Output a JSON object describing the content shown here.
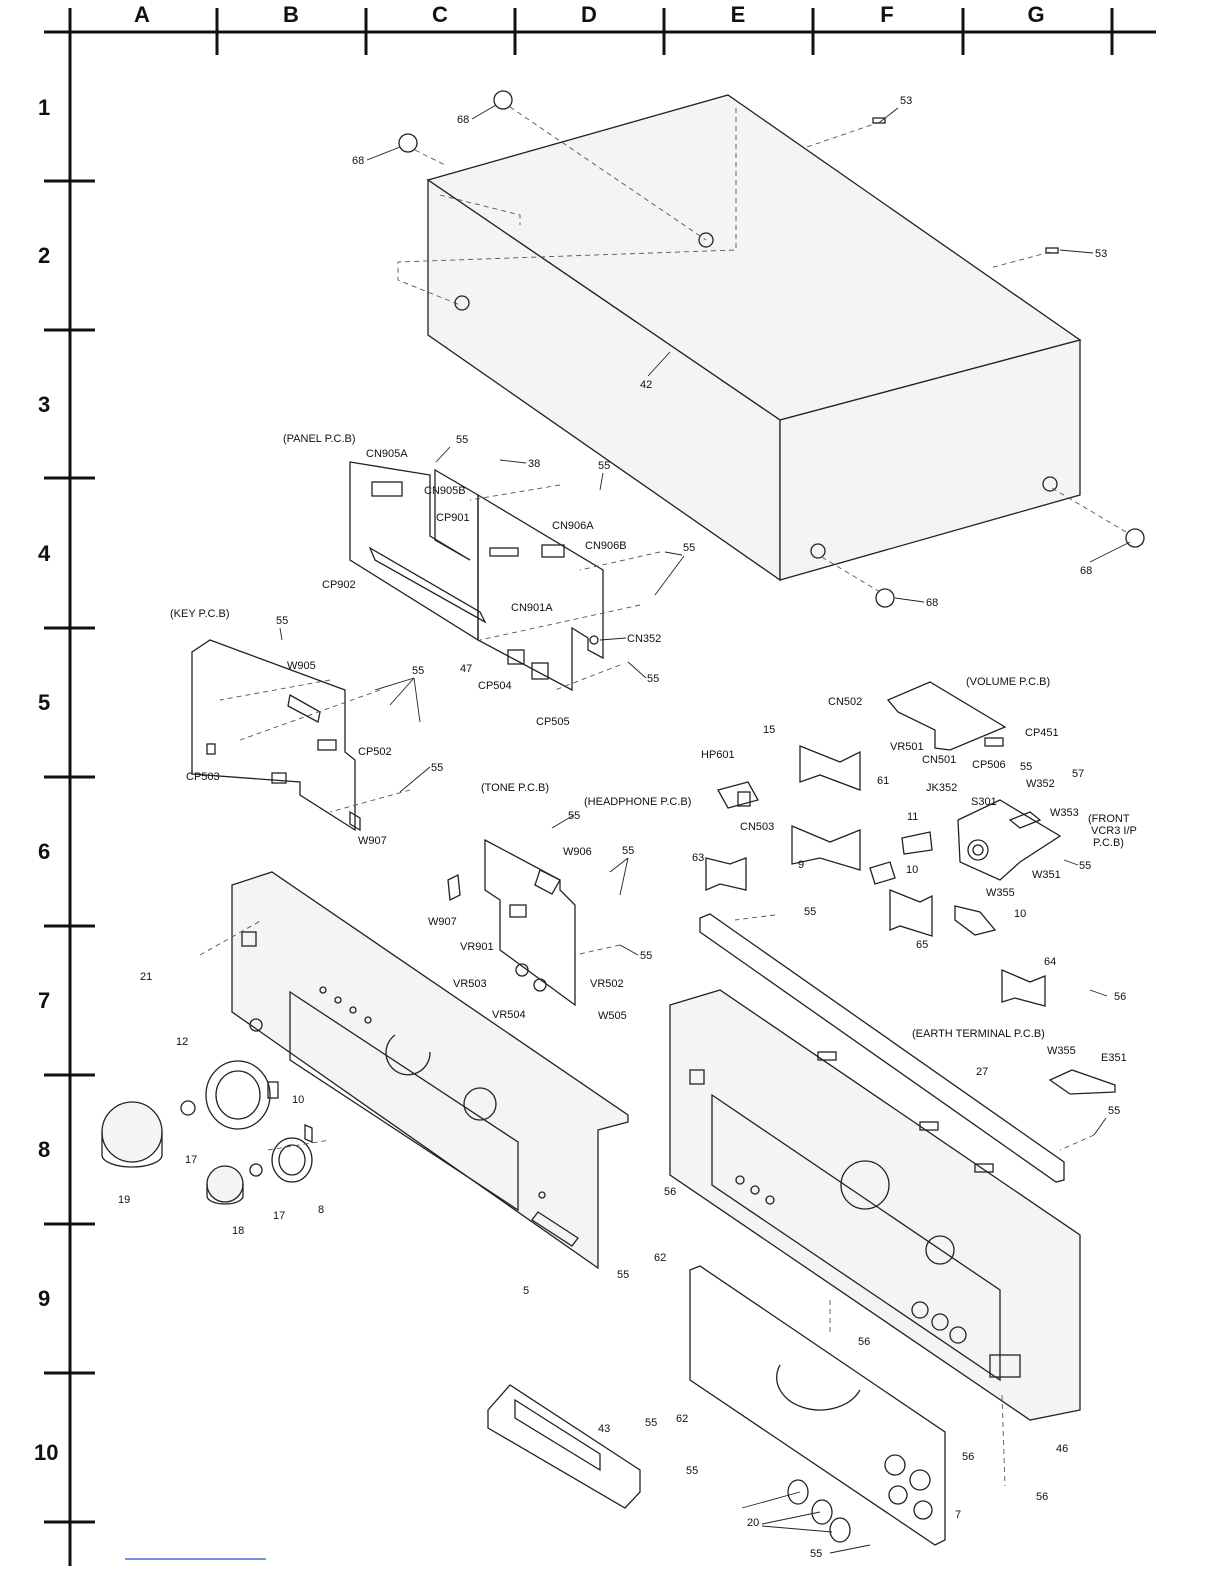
{
  "grid": {
    "columns": [
      "A",
      "B",
      "C",
      "D",
      "E",
      "F",
      "G"
    ],
    "rows": [
      "1",
      "2",
      "3",
      "4",
      "5",
      "6",
      "7",
      "8",
      "9",
      "10"
    ]
  },
  "callouts": [
    {
      "id": "c68a",
      "text": "68"
    },
    {
      "id": "c68b",
      "text": "68"
    },
    {
      "id": "c53a",
      "text": "53"
    },
    {
      "id": "c53b",
      "text": "53"
    },
    {
      "id": "c42",
      "text": "42"
    },
    {
      "id": "c68c",
      "text": "68"
    },
    {
      "id": "c68d",
      "text": "68"
    },
    {
      "id": "panel",
      "text": "(PANEL P.C.B)"
    },
    {
      "id": "cn905a",
      "text": "CN905A"
    },
    {
      "id": "c55a",
      "text": "55"
    },
    {
      "id": "c38",
      "text": "38"
    },
    {
      "id": "c55b",
      "text": "55"
    },
    {
      "id": "cn905b",
      "text": "CN905B"
    },
    {
      "id": "cp901",
      "text": "CP901"
    },
    {
      "id": "cn906a",
      "text": "CN906A"
    },
    {
      "id": "cn906b",
      "text": "CN906B"
    },
    {
      "id": "c55c",
      "text": "55"
    },
    {
      "id": "cp902",
      "text": "CP902"
    },
    {
      "id": "cn901a",
      "text": "CN901A"
    },
    {
      "id": "cn352",
      "text": "CN352"
    },
    {
      "id": "c47",
      "text": "47"
    },
    {
      "id": "cp504",
      "text": "CP504"
    },
    {
      "id": "c55d",
      "text": "55"
    },
    {
      "id": "cp505",
      "text": "CP505"
    },
    {
      "id": "key",
      "text": "(KEY P.C.B)"
    },
    {
      "id": "c55e",
      "text": "55"
    },
    {
      "id": "w905",
      "text": "W905"
    },
    {
      "id": "c55f",
      "text": "55"
    },
    {
      "id": "cp502",
      "text": "CP502"
    },
    {
      "id": "c55g",
      "text": "55"
    },
    {
      "id": "cp503",
      "text": "CP503"
    },
    {
      "id": "w907a",
      "text": "W907"
    },
    {
      "id": "volume",
      "text": "(VOLUME P.C.B)"
    },
    {
      "id": "cn502",
      "text": "CN502"
    },
    {
      "id": "cp451",
      "text": "CP451"
    },
    {
      "id": "vr501",
      "text": "VR501"
    },
    {
      "id": "cn501",
      "text": "CN501"
    },
    {
      "id": "cp506",
      "text": "CP506"
    },
    {
      "id": "c15",
      "text": "15"
    },
    {
      "id": "hp601",
      "text": "HP601"
    },
    {
      "id": "c61",
      "text": "61"
    },
    {
      "id": "c55h",
      "text": "55"
    },
    {
      "id": "jk352",
      "text": "JK352"
    },
    {
      "id": "w352",
      "text": "W352"
    },
    {
      "id": "c57",
      "text": "57"
    },
    {
      "id": "tone",
      "text": "(TONE P.C.B)"
    },
    {
      "id": "headphone",
      "text": "(HEADPHONE P.C.B)"
    },
    {
      "id": "s301",
      "text": "S301"
    },
    {
      "id": "w353",
      "text": "W353"
    },
    {
      "id": "front1",
      "text": "(FRONT"
    },
    {
      "id": "front2",
      "text": "VCR3 I/P"
    },
    {
      "id": "front3",
      "text": "P.C.B)"
    },
    {
      "id": "c55i",
      "text": "55"
    },
    {
      "id": "cn503",
      "text": "CN503"
    },
    {
      "id": "c11",
      "text": "11"
    },
    {
      "id": "w906",
      "text": "W906"
    },
    {
      "id": "c55j",
      "text": "55"
    },
    {
      "id": "c63",
      "text": "63"
    },
    {
      "id": "c9",
      "text": "9"
    },
    {
      "id": "c10a",
      "text": "10"
    },
    {
      "id": "w351",
      "text": "W351"
    },
    {
      "id": "c55k",
      "text": "55"
    },
    {
      "id": "w355a",
      "text": "W355"
    },
    {
      "id": "c55l",
      "text": "55"
    },
    {
      "id": "c10b",
      "text": "10"
    },
    {
      "id": "w907b",
      "text": "W907"
    },
    {
      "id": "vr901",
      "text": "VR901"
    },
    {
      "id": "c65",
      "text": "65"
    },
    {
      "id": "c55m",
      "text": "55"
    },
    {
      "id": "c21",
      "text": "21"
    },
    {
      "id": "vr503",
      "text": "VR503"
    },
    {
      "id": "vr502",
      "text": "VR502"
    },
    {
      "id": "c64",
      "text": "64"
    },
    {
      "id": "c56a",
      "text": "56"
    },
    {
      "id": "vr504",
      "text": "VR504"
    },
    {
      "id": "w505",
      "text": "W505"
    },
    {
      "id": "earth",
      "text": "(EARTH TERMINAL P.C.B)"
    },
    {
      "id": "c12",
      "text": "12"
    },
    {
      "id": "w355b",
      "text": "W355"
    },
    {
      "id": "e351",
      "text": "E351"
    },
    {
      "id": "c27",
      "text": "27"
    },
    {
      "id": "c10c",
      "text": "10"
    },
    {
      "id": "c55n",
      "text": "55"
    },
    {
      "id": "c17a",
      "text": "17"
    },
    {
      "id": "c19",
      "text": "19"
    },
    {
      "id": "c17b",
      "text": "17"
    },
    {
      "id": "c8",
      "text": "8"
    },
    {
      "id": "c18",
      "text": "18"
    },
    {
      "id": "c56b",
      "text": "56"
    },
    {
      "id": "c5",
      "text": "5"
    },
    {
      "id": "c55o",
      "text": "55"
    },
    {
      "id": "c62a",
      "text": "62"
    },
    {
      "id": "c56c",
      "text": "56"
    },
    {
      "id": "c43",
      "text": "43"
    },
    {
      "id": "c55p",
      "text": "55"
    },
    {
      "id": "c62b",
      "text": "62"
    },
    {
      "id": "c56d",
      "text": "56"
    },
    {
      "id": "c46",
      "text": "46"
    },
    {
      "id": "c55q",
      "text": "55"
    },
    {
      "id": "c56e",
      "text": "56"
    },
    {
      "id": "c7",
      "text": "7"
    },
    {
      "id": "c20",
      "text": "20"
    },
    {
      "id": "c55r",
      "text": "55"
    }
  ]
}
